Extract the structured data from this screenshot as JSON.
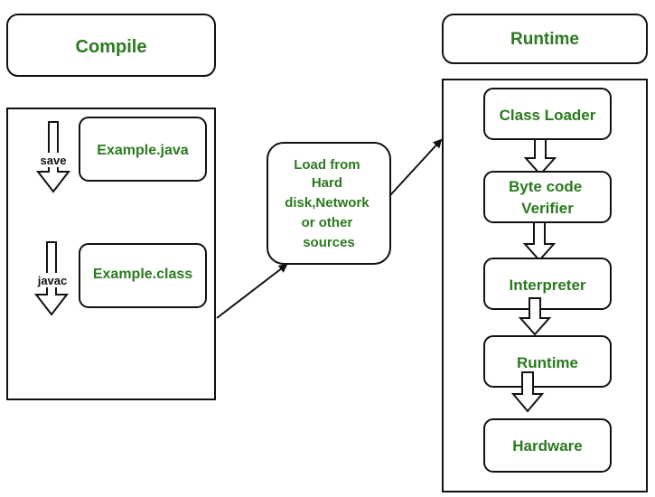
{
  "compile": {
    "title": "Compile",
    "file_java": "Example.java",
    "file_class": "Example.class",
    "step_save": "save",
    "step_javac": "javac"
  },
  "load": {
    "lines": [
      "Load from",
      "Hard",
      "disk,Network",
      "or other",
      "sources"
    ]
  },
  "runtime": {
    "title": "Runtime",
    "stages": [
      "Class Loader",
      [
        "Byte code",
        "Verifier"
      ],
      "Interpreter",
      "Runtime",
      "Hardware"
    ]
  },
  "colors": {
    "label_green": "#2a7a1e",
    "stroke": "#111111"
  }
}
